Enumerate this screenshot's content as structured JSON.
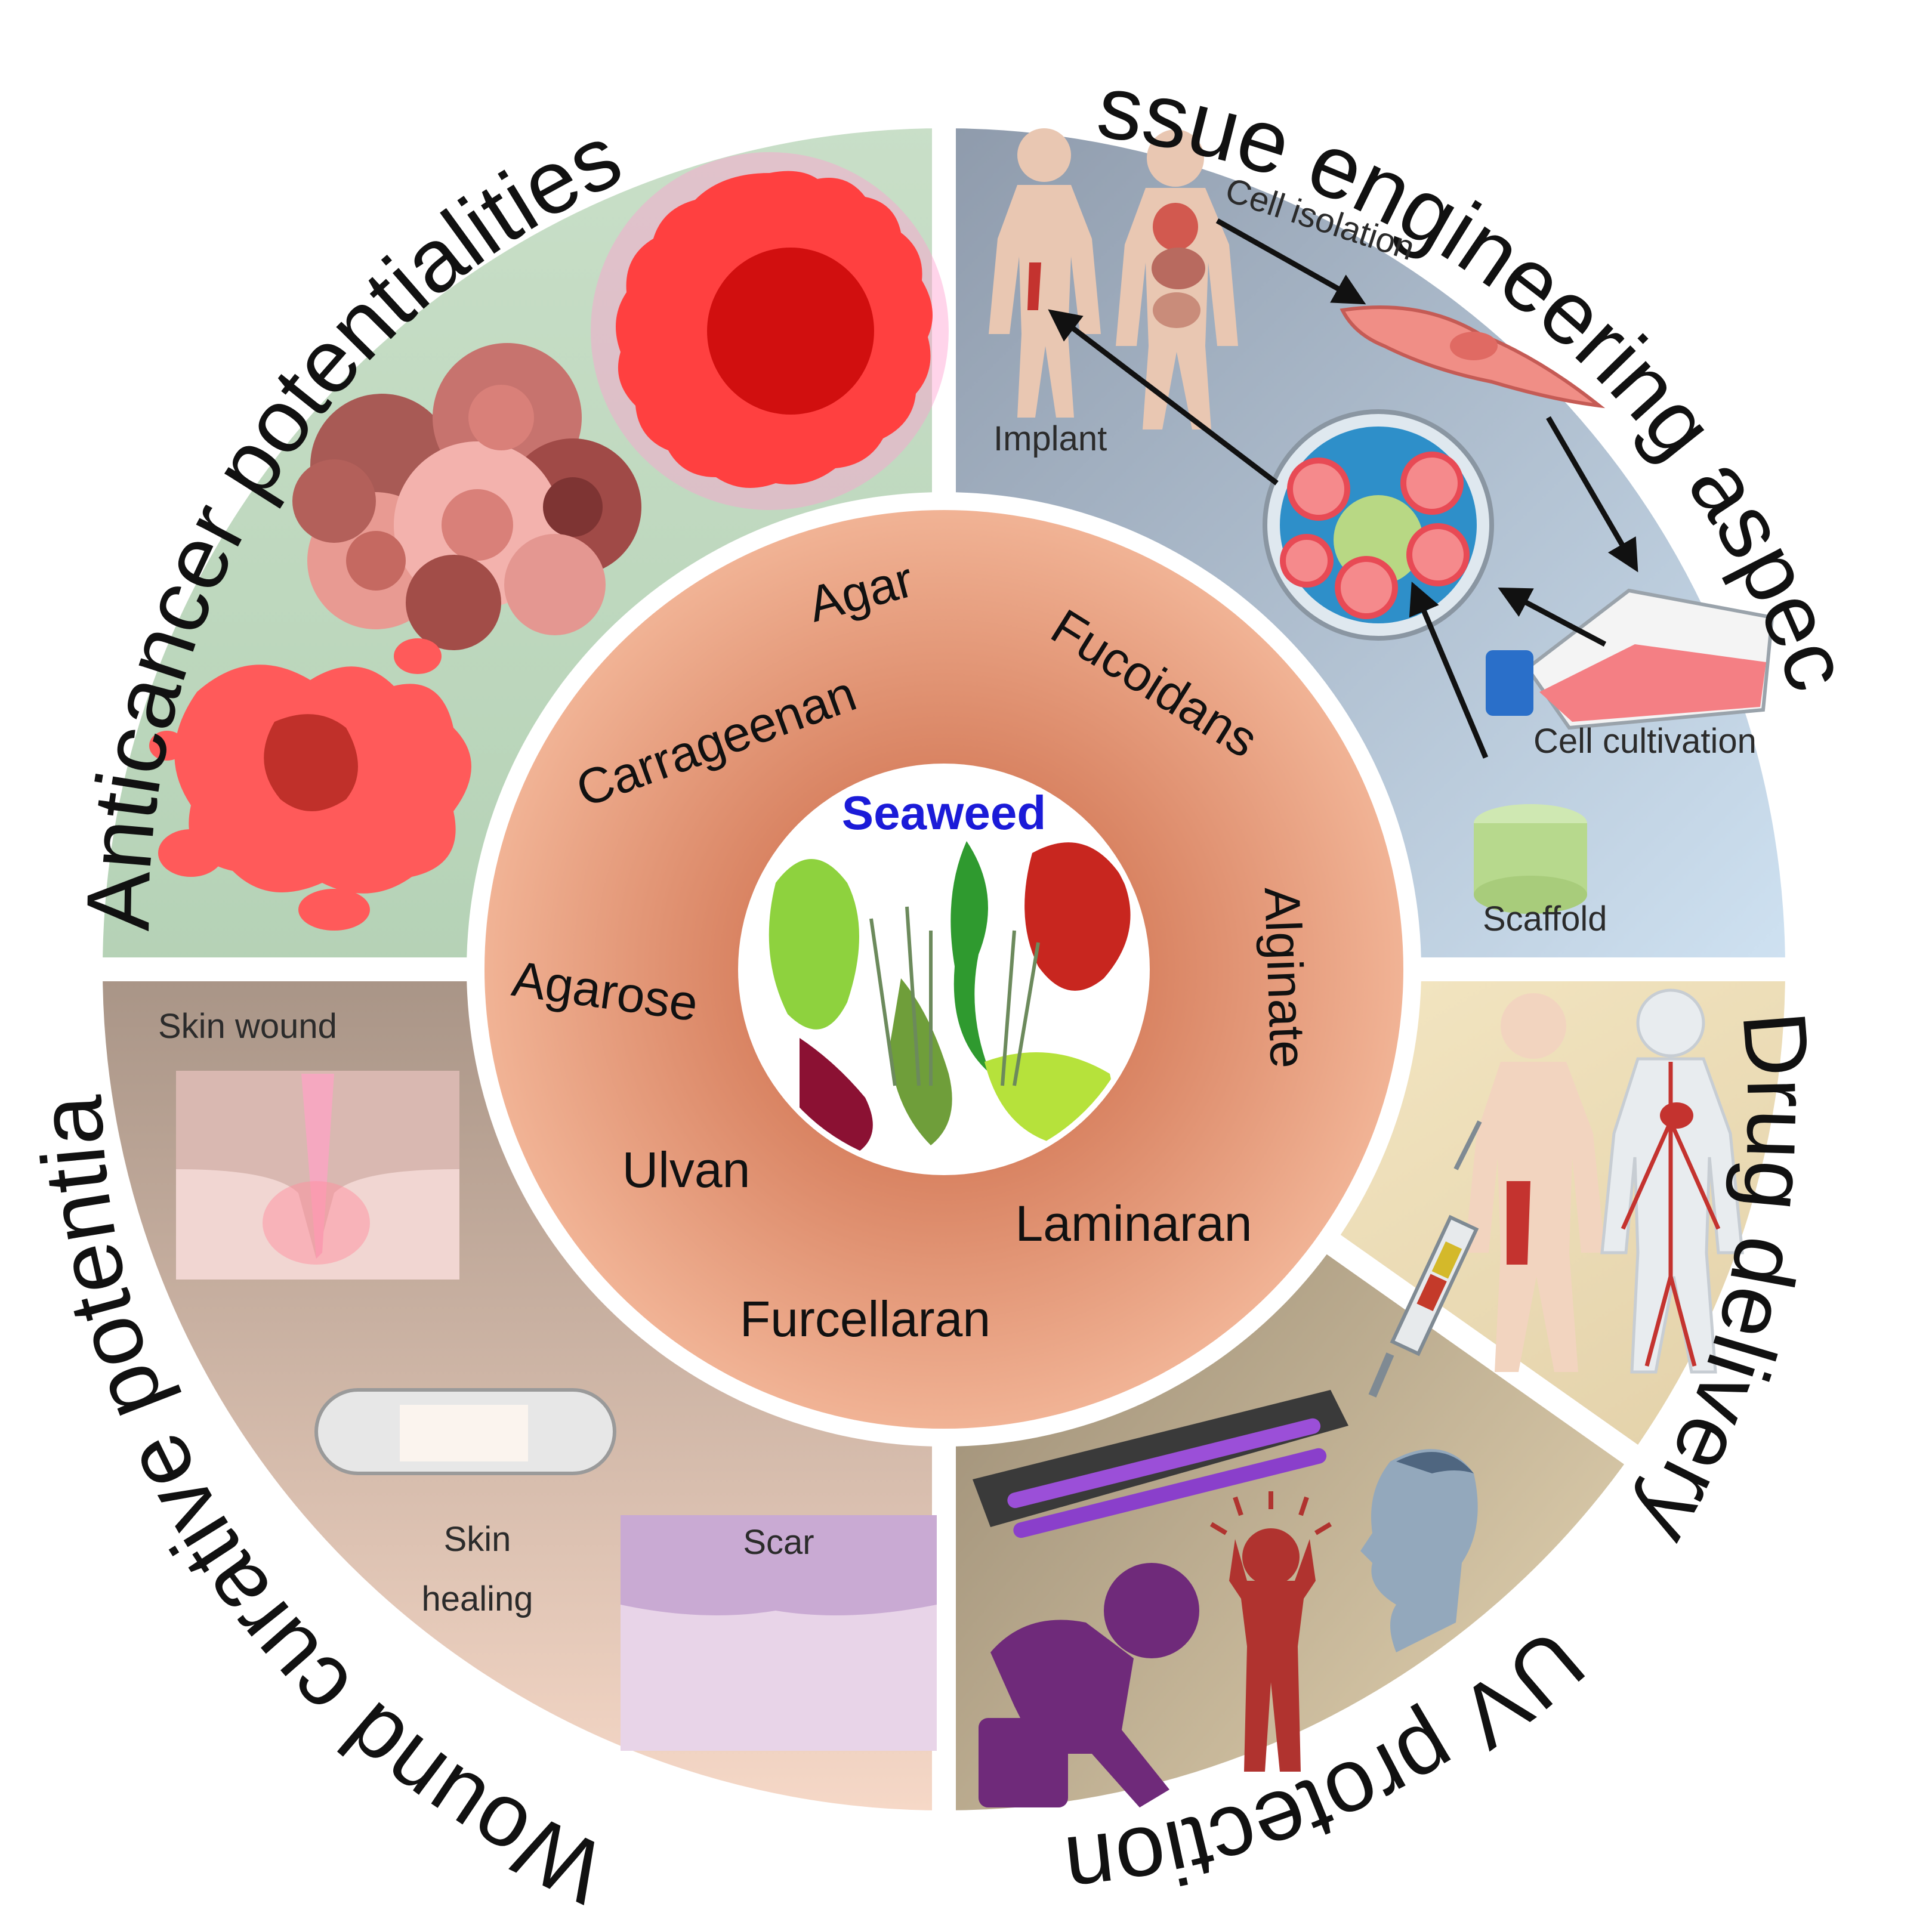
{
  "center": {
    "title": "Seaweed"
  },
  "polysaccharides": [
    "Agar",
    "Fucoidans",
    "Carrageenan",
    "Alginate",
    "Agarose",
    "Ulvan",
    "Laminaran",
    "Furcellaran"
  ],
  "sectors": {
    "anticancer": {
      "title": "Anticancer potentialities",
      "color": "#bfd9c0"
    },
    "tissue_engineering": {
      "title": "Tissue engineering aspects",
      "color": "#aebfd0",
      "labels": {
        "cell_isolation": "Cell isolation",
        "implant": "Implant",
        "cell_cultivation": "Cell cultivation",
        "scaffold": "Scaffold"
      }
    },
    "drug_delivery": {
      "title": "Drug delivery",
      "color": "#ecdcb6"
    },
    "uv_protection": {
      "title": "UV protection",
      "color": "#d7c6a4"
    },
    "wound": {
      "title": "Wound curative potential",
      "color": "#e9cdbf",
      "labels": {
        "skin_wound": "Skin wound",
        "skin_healing_1": "Skin",
        "skin_healing_2": "healing",
        "scar": "Scar"
      }
    }
  },
  "ring_color": "#e9a98a"
}
